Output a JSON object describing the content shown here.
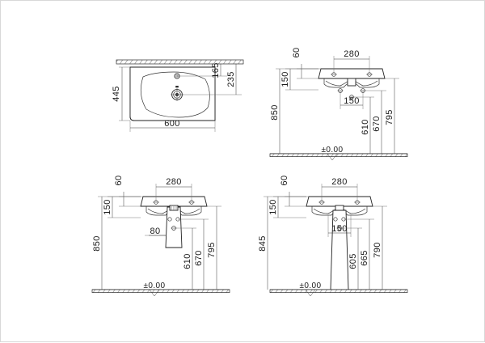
{
  "drawing": {
    "title": "Washbasin technical drawing",
    "units": "mm",
    "line_color": "#2b2b2b",
    "background": "#ffffff"
  },
  "views": {
    "plan": {
      "name": "top-plan-view",
      "dims": {
        "width": "600",
        "depth": "445",
        "tap_from_wall": "165",
        "rim_depth": "235"
      },
      "features": {
        "tap_hole": "tap-hole",
        "overflow": "overflow-slot",
        "waste": "waste-outlet"
      }
    },
    "wall_hung": {
      "name": "front-elevation-wall-hung",
      "dims": {
        "projection_top": "60",
        "bolt_spacing": "280",
        "bowl_height": "150",
        "waste_spacing": "150",
        "floor_to_rim": "850",
        "waste_center": "610",
        "trap_outlet": "670",
        "bracket_height": "795",
        "floor_level": "±0.00"
      }
    },
    "half_pedestal": {
      "name": "front-elevation-half-pedestal",
      "dims": {
        "projection_top": "60",
        "bolt_spacing": "280",
        "bowl_height": "150",
        "pedestal_width": "80",
        "floor_to_rim": "850",
        "waste_center": "610",
        "trap_outlet": "670",
        "bracket_height": "795",
        "floor_level": "±0.00"
      }
    },
    "full_pedestal": {
      "name": "front-elevation-full-pedestal",
      "dims": {
        "projection_top": "60",
        "bolt_spacing": "280",
        "bowl_height": "150",
        "waste_spacing": "150",
        "floor_to_rim": "845",
        "waste_center": "605",
        "trap_outlet": "665",
        "bracket_height": "790",
        "floor_level": "±0.00"
      }
    }
  }
}
